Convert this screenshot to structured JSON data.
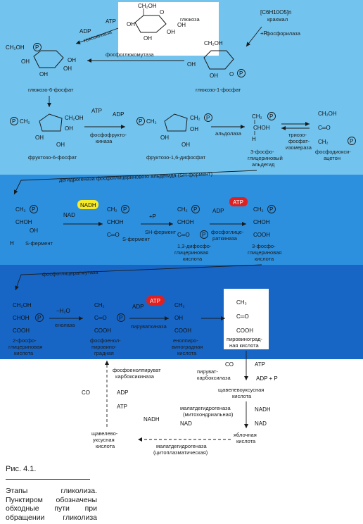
{
  "figure_number": "Рис. 4.1.",
  "caption": "Этапы гликолиза. Пунктиром обозначены обходные пути при обращении гликолиза",
  "colors": {
    "band_light": "#6fc0ee",
    "band_mid": "#2c8fde",
    "band_dark": "#1766c6",
    "atp": "#e02020",
    "nadh": "#f8ec28"
  },
  "badges": {
    "atp": "ATP",
    "nadh": "NADH"
  },
  "compounds": {
    "glucose": "глюкоза",
    "starch_formula": "[C6H10O5]n",
    "starch": "крахмал",
    "g6p": "глюкозо-6-фосфат",
    "g1p": "глюкозо-1-фосфат",
    "f6p": "фруктозо-6-фосфат",
    "f16bp": "фруктозо-1,6-дифосфат",
    "gap_1": "3-фосфо-",
    "gap_2": "глицериновый",
    "gap_3": "альдегид",
    "dhap_1": "фосфодиокси-",
    "dhap_2": "ацетон",
    "bpg_1": "1,3-дифосфо-",
    "bpg_2": "глицериновая",
    "bpg_3": "кислота",
    "pg3_1": "3-фосфо-",
    "pg3_2": "глицериновая",
    "pg3_3": "кислота",
    "pg2_1": "2-фосфо-",
    "pg2_2": "глицериновая",
    "pg2_3": "кислота",
    "pep_1": "фосфоенол-",
    "pep_2": "пировино-",
    "pep_3": "градная",
    "pep_4": "кислота",
    "enolpyr_1": "енолпиро-",
    "enolpyr_2": "виноградная",
    "enolpyr_3": "кислота",
    "pyruvate_1": "пировиноград-",
    "pyruvate_2": "ная кислота",
    "oxaloacetate_1": "щавелевоуксусная",
    "oxaloacetate_2": "кислота",
    "malate_1": "яблочная",
    "malate_2": "кислота",
    "oaa_left_1": "щавелево-",
    "oaa_left_2": "уксусная",
    "oaa_left_3": "кислота"
  },
  "enzymes": {
    "hexokinase": "гексокиназа",
    "phosphorylase": "фосфорилаза",
    "phosphoglucomutase": "фосфоглюкомутаза",
    "pfk_1": "фосфофрукто-",
    "pfk_2": "киназа",
    "aldolase": "альдолаза",
    "tpi_1": "триозо-",
    "tpi_2": "фосфат-",
    "tpi_3": "изомераза",
    "gapdh": "дегидрогеназа фосфоглицеринового альдегида (SH-фермент)",
    "pgk_1": "фосфоглице-",
    "pgk_2": "раткиназа",
    "pgm": "фосфоглицератмутаза",
    "enolase": "енолаза",
    "pyruvate_kinase": "пируваткиназа",
    "pyr_carbox_1": "пируват-",
    "pyr_carbox_2": "карбоксилаза",
    "mdh_mito_1": "малатдегидрогеназа",
    "mdh_mito_2": "(митохондриальная)",
    "mdh_cyto_1": "малатдегидрогеназа",
    "mdh_cyto_2": "(цитоплазматическая)",
    "pepck_1": "фосфоенолпируват",
    "pepck_2": "карбоксикиназа"
  },
  "cofactors": {
    "adp": "ADP",
    "atp": "ATP",
    "pi": "+P",
    "pi_sub": "i",
    "nad": "NAD",
    "nadh": "NADH",
    "sh_enzyme": "SH-фермент",
    "co2": "CO",
    "minus_h2o": "−H₂O",
    "adp_pi": "ADP + P"
  },
  "groups": {
    "s_enzyme": "S-фермент",
    "oh": "OH",
    "ch2oh": "CH₂OH",
    "cooh": "COOH",
    "ch3": "CH₃",
    "choh": "CHOH",
    "c_eq_o": "C═O",
    "ch2": "CH₂",
    "h": "H",
    "o_p": "O",
    "p": "P"
  }
}
